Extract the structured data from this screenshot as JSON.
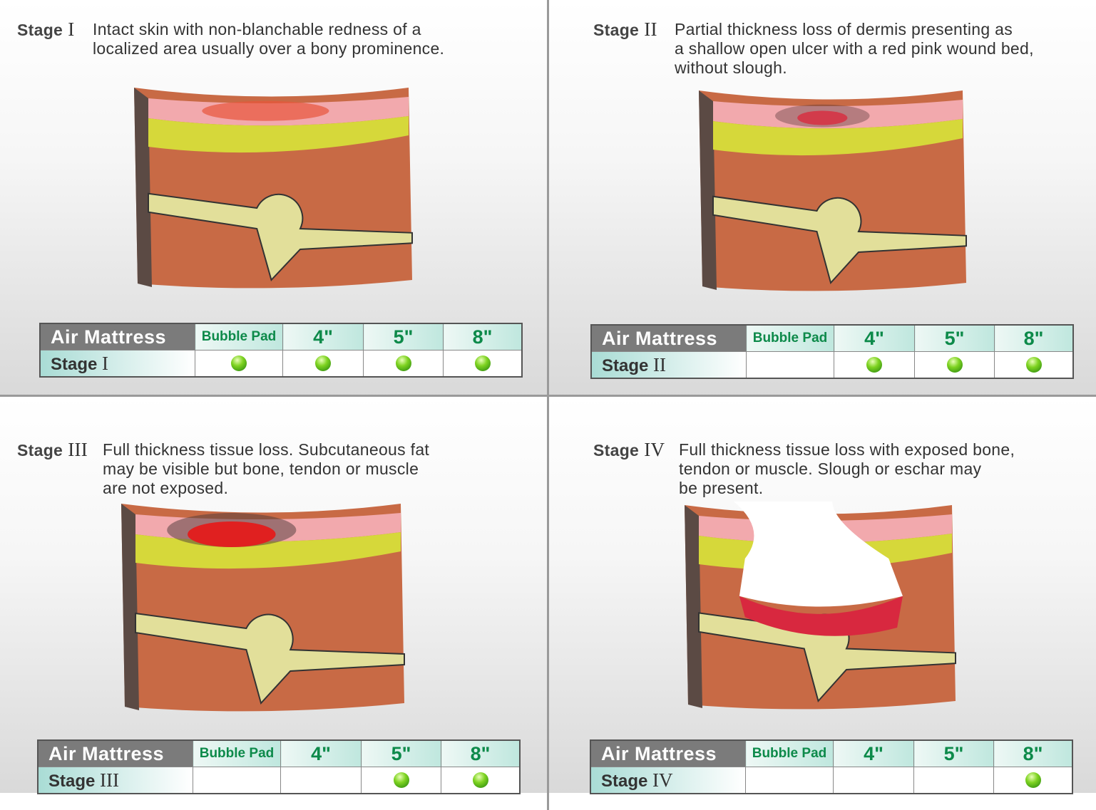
{
  "table_header": {
    "label": "Air Mattress",
    "columns": [
      "Bubble Pad",
      "4\"",
      "5\"",
      "8\""
    ]
  },
  "stages": [
    {
      "word": "Stage",
      "numeral": "I",
      "description": [
        "Intact skin with non-blanchable redness of a",
        "localized area usually over a bony prominence."
      ],
      "suitable": [
        true,
        true,
        true,
        true
      ]
    },
    {
      "word": "Stage",
      "numeral": "II",
      "description": [
        "Partial thickness loss of dermis presenting as",
        "a shallow open ulcer with a red pink wound bed,",
        "without slough."
      ],
      "suitable": [
        false,
        true,
        true,
        true
      ]
    },
    {
      "word": "Stage",
      "numeral": "III",
      "description": [
        "Full thickness tissue loss. Subcutaneous fat",
        "may be visible but bone, tendon or muscle",
        "are not exposed."
      ],
      "suitable": [
        false,
        false,
        true,
        true
      ]
    },
    {
      "word": "Stage",
      "numeral": "IV",
      "description": [
        "Full thickness tissue loss with exposed bone,",
        "tendon or muscle. Slough or eschar may",
        "be present."
      ],
      "suitable": [
        false,
        false,
        false,
        true
      ]
    }
  ],
  "colors": {
    "accent_green": "#0d8a4a",
    "header_gray": "#7b7b7b",
    "dot_green": "#7ed321"
  }
}
